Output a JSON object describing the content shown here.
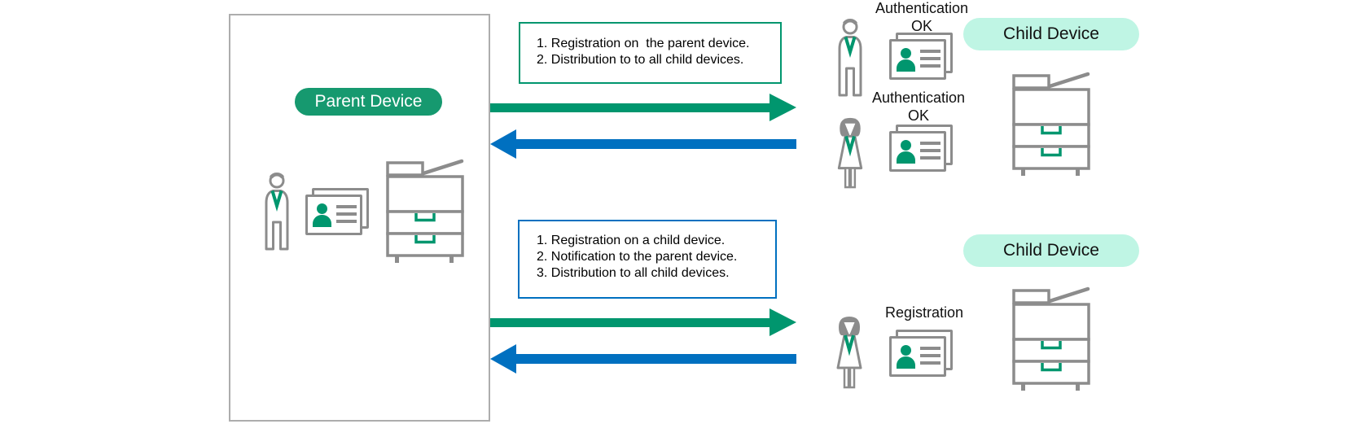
{
  "colors": {
    "accent_green": "#00966E",
    "accent_blue": "#0070C0",
    "parent_pill_bg": "#16996F",
    "child_pill_bg": "#BFF5E4",
    "icon_gray": "#8C8C8C",
    "outer_box_border": "#ADADAD"
  },
  "parent": {
    "pill_label": "Parent Device"
  },
  "top_flow": {
    "note_line1": "1. Registration on  the parent device.",
    "note_line2": "2. Distribution to to all child devices.",
    "user1_status_line1": "Authentication",
    "user1_status_line2": "OK",
    "user2_status_line1": "Authentication",
    "user2_status_line2": "OK",
    "child_pill_label": "Child Device"
  },
  "bottom_flow": {
    "note_line1": "1. Registration on a child device.",
    "note_line2": "2. Notification to the parent device.",
    "note_line3": "3. Distribution to all child devices.",
    "user_status": "Registration",
    "child_pill_label": "Child Device"
  },
  "icons": {
    "male-user-icon": "outlined man silhouette with green tie",
    "female-user-icon": "outlined woman silhouette with green scarf",
    "id-cards-icon": "stacked ID cards with green user silhouette and gray text lines",
    "printer-icon": "multifunction printer with feeder arm, two drawers with green handles",
    "green-arrow-right-icon": "solid green arrow pointing right",
    "blue-arrow-left-icon": "solid blue arrow pointing left"
  }
}
